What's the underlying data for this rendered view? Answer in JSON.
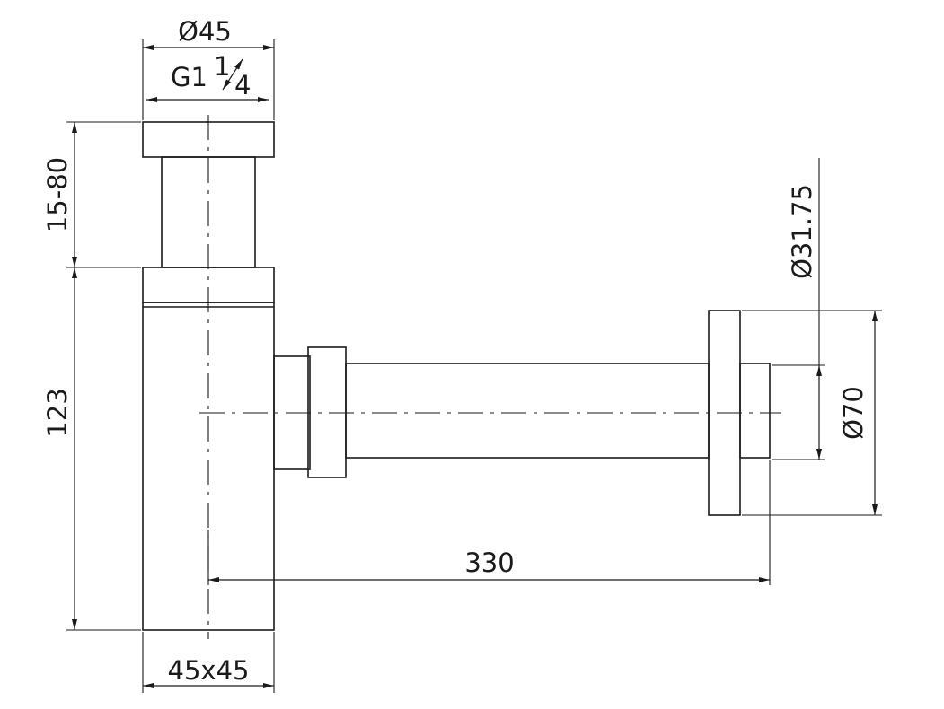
{
  "dimensions": {
    "top_diameter": "Ø45",
    "thread_prefix": "G1",
    "thread_numerator": "1",
    "thread_denominator": "4",
    "adjust_height": "15-80",
    "body_height": "123",
    "body_section": "45x45",
    "outlet_length": "330",
    "pipe_diameter": "Ø31.75",
    "rosette_diameter": "Ø70"
  },
  "colors": {
    "line": "#1a1a1a",
    "background": "#ffffff"
  }
}
